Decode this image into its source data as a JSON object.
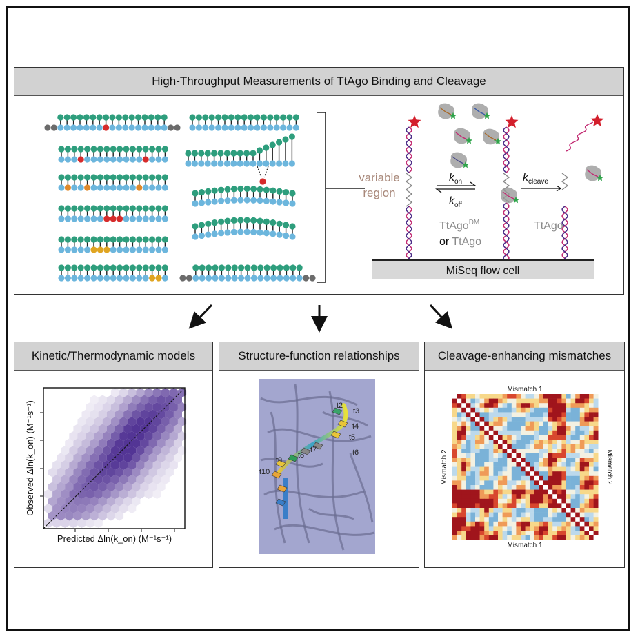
{
  "main": {
    "title": "High-Throughput Measurements of TtAgo Binding and Cleavage",
    "labels": {
      "variable_region_line1": "variable",
      "variable_region_line2": "region",
      "k_on": "k",
      "k_on_sub": "on",
      "k_off": "k",
      "k_off_sub": "off",
      "k_cleave": "k",
      "k_cleave_sub": "cleave",
      "ttago_dm": "TtAgo",
      "ttago_dm_sup": "DM",
      "or_text": "or",
      "or_ttago": "TtAgo",
      "ttago": "TtAgo",
      "flowcell": "MiSeq flow cell"
    }
  },
  "panels": {
    "kinetic": {
      "title": "Kinetic/Thermodynamic models",
      "xlabel": "Predicted Δln(k_on) (M⁻¹s⁻¹)",
      "ylabel": "Observed Δln(k_on) (M⁻¹s⁻¹)"
    },
    "structure": {
      "title": "Structure-function relationships",
      "labels": [
        "t2",
        "t3",
        "t4",
        "t5",
        "t6",
        "t7",
        "t8",
        "t9",
        "t10"
      ]
    },
    "mismatch": {
      "title": "Cleavage-enhancing mismatches",
      "top_label": "Mismatch 1",
      "bottom_label": "Mismatch 1",
      "left_label": "Mismatch 2",
      "right_label": "Mismatch 2"
    }
  },
  "colors": {
    "guide_bead": "#2e9e7d",
    "target_bead": "#6cb6dd",
    "mismatch_red": "#d62b2b",
    "mismatch_orange": "#e0892a",
    "mismatch_yellow": "#e0a522",
    "flank_gray": "#6b6b6b",
    "hexbin": "#4a2a8f",
    "header_bg": "#d2d2d2"
  }
}
